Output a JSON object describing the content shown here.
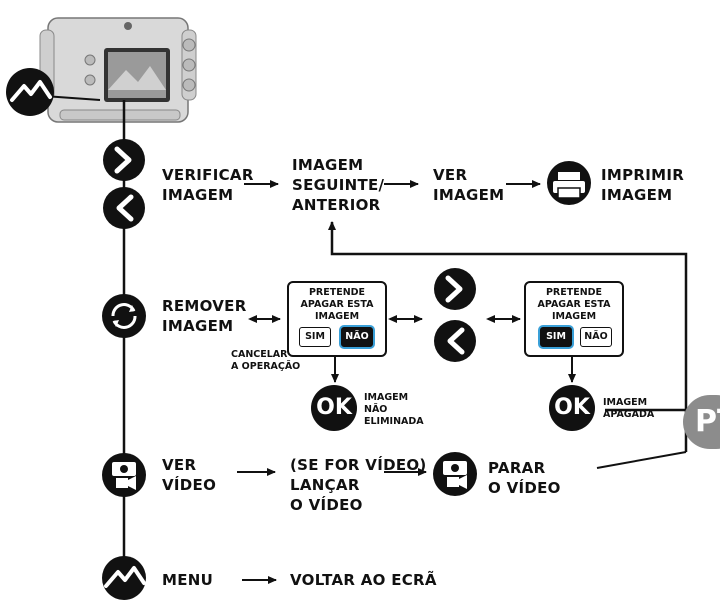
{
  "labels": {
    "verify": "VERIFICAR\nIMAGEM",
    "next_prev": "IMAGEM\nSEGUINTE/\nANTERIOR",
    "view_image": "VER\nIMAGEM",
    "print": "IMPRIMIR\nIMAGEM",
    "remove": "REMOVER\nIMAGEM",
    "cancel": "CANCELAR\nA OPERAÇÃO",
    "not_deleted": "IMAGEM\nNÃO\nELIMINADA",
    "deleted": "IMAGEM\nAPAGADA",
    "view_video": "VER\nVÍDEO",
    "launch_video": "(SE FOR VÍDEO)\nLANÇAR\nO VÍDEO",
    "stop_video": "PARAR\nO VÍDEO",
    "menu": "MENU",
    "back_screen": "VOLTAR AO ECRÃ",
    "pt_tab": "PT"
  },
  "dialog_left": {
    "question": "PRETENDE\nAPAGAR ESTA\nIMAGEM",
    "yes": "SIM",
    "no": "NÃO",
    "selected": "no"
  },
  "dialog_right": {
    "question": "PRETENDE\nAPAGAR ESTA\nIMAGEM",
    "yes": "SIM",
    "no": "NÃO",
    "selected": "yes"
  },
  "ok_text": "OK",
  "icons": [
    "image-mountain-icon",
    "chevron-right-icon",
    "chevron-left-icon",
    "delete-cycle-icon",
    "video-camera-icon",
    "printer-icon",
    "ok-icon"
  ],
  "colors": {
    "ink": "#111111",
    "selection": "#3aa0d8",
    "tab": "#8c8c8c"
  }
}
